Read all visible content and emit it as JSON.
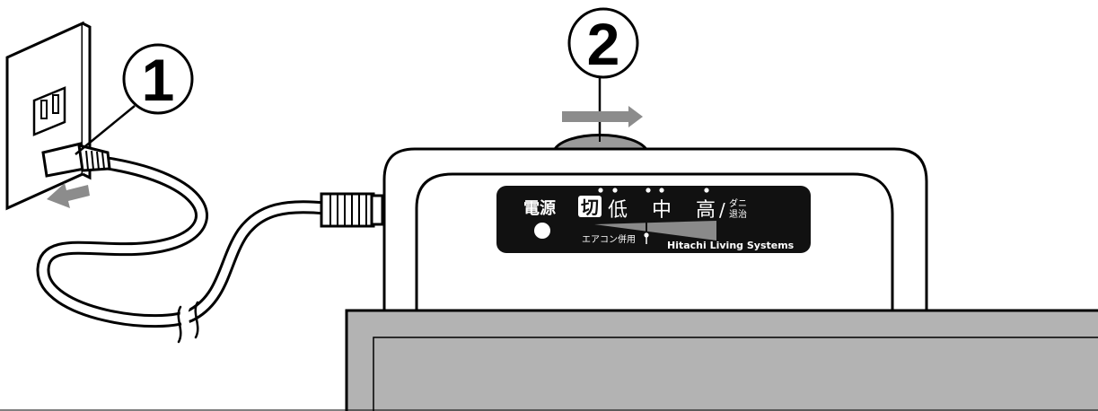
{
  "steps": {
    "step1": "1",
    "step2": "2"
  },
  "panel": {
    "power_label": "電源",
    "off_label": "切",
    "low_label": "低",
    "mid_label": "中",
    "high_label": "高",
    "slash": "/",
    "mite_line1": "ダニ",
    "mite_line2": "退治",
    "aircon_label": "エアコン併用",
    "brand": "Hitachi Living Systems"
  },
  "colors": {
    "panel_bg": "#111111",
    "arrow_gray": "#8c8c8c",
    "screen_gray": "#b3b3b3",
    "knob_gray": "#9a9a9a",
    "outline": "#000000"
  },
  "icons": {
    "outlet": "wall-outlet-icon",
    "plug": "power-plug-icon",
    "insert_arrow": "arrow-left-icon",
    "slide_arrow": "arrow-right-icon"
  }
}
